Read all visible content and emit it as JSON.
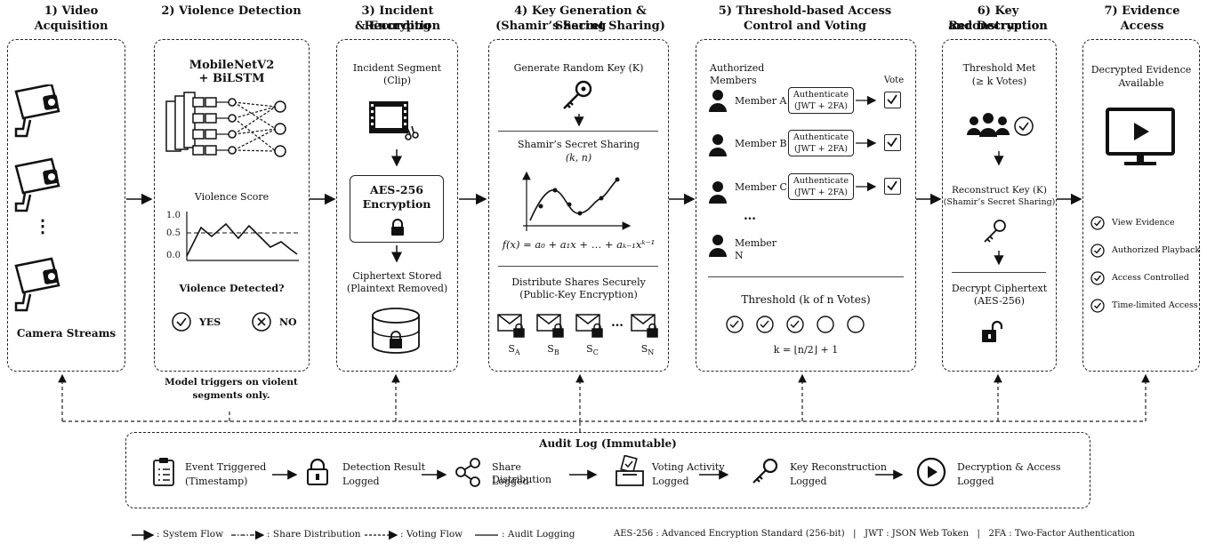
{
  "stages": {
    "s1": {
      "title": "1) Video Acquisition",
      "footer": "Camera Streams",
      "ellipsis": "⋮"
    },
    "s2": {
      "title": "2) Violence Detection",
      "model_line1": "MobileNetV2",
      "model_line2": "+ BiLSTM",
      "score_label": "Violence Score",
      "y_ticks": [
        "1.0",
        "0.5",
        "0.0"
      ],
      "question": "Violence Detected?",
      "yes": "YES",
      "no": "NO",
      "note_line1": "Model triggers on violent",
      "note_line2": "segments only."
    },
    "s3": {
      "title_line1": "3) Incident Recording",
      "title_line2": "& Encryption",
      "segment_line1": "Incident Segment",
      "segment_line2": "(Clip)",
      "aes_line1": "AES-256",
      "aes_line2": "Encryption",
      "stored_line1": "Ciphertext Stored",
      "stored_line2": "(Plaintext Removed)"
    },
    "s4": {
      "title_line1": "4) Key Generation & Sharing",
      "title_line2": "(Shamir’s Secret Sharing)",
      "gen_key": "Generate Random Key (K)",
      "sss_line1": "Shamir’s Secret Sharing",
      "sss_line2": "(k, n)",
      "formula": "f(x) = a₀ + a₁x + … + aₖ₋₁xᵏ⁻¹",
      "dist_line1": "Distribute Shares Securely",
      "dist_line2": "(Public-Key Encryption)",
      "shares": [
        "S_A",
        "S_B",
        "S_C",
        "S_N"
      ],
      "share_ellipsis": "…"
    },
    "s5": {
      "title_line1": "5) Threshold-based Access",
      "title_line2": "Control and Voting",
      "members_header": "Authorized Members",
      "vote_header": "Vote",
      "members": [
        "Member A",
        "Member B",
        "Member C",
        "Member N"
      ],
      "member_ellipsis": "…",
      "auth_line1": "Authenticate",
      "auth_line2": "(JWT + 2FA)",
      "threshold_label": "Threshold (k of n Votes)",
      "formula": "k = ⌊n/2⌋ + 1"
    },
    "s6": {
      "title_line1": "6) Key Reconstruction",
      "title_line2": "and Decryption",
      "met_line1": "Threshold Met",
      "met_line2": "(≥ k Votes)",
      "recon_line1": "Reconstruct Key (K)",
      "recon_line2": "(Shamir’s Secret Sharing)",
      "decrypt_line1": "Decrypt Ciphertext",
      "decrypt_line2": "(AES-256)"
    },
    "s7": {
      "title": "7) Evidence Access",
      "avail_line1": "Decrypted Evidence",
      "avail_line2": "Available",
      "items": [
        "View Evidence",
        "Authorized Playback",
        "Access Controlled",
        "Time-limited Access"
      ]
    }
  },
  "audit": {
    "title": "Audit Log (Immutable)",
    "steps": [
      {
        "line1": "Event Triggered",
        "line2": "(Timestamp)",
        "icon": "clipboard-icon"
      },
      {
        "line1": "Detection Result",
        "line2": "Logged",
        "icon": "lock-icon"
      },
      {
        "line1": "Share Distribution",
        "line2": "Logged",
        "icon": "share-icon"
      },
      {
        "line1": "Voting Activity",
        "line2": "Logged",
        "icon": "ballot-box-icon"
      },
      {
        "line1": "Key Reconstruction",
        "line2": "Logged",
        "icon": "key-icon"
      },
      {
        "line1": "Decryption & Access",
        "line2": "Logged",
        "icon": "play-icon"
      }
    ]
  },
  "legend": {
    "system_flow": ": System Flow",
    "share_distribution": ": Share Distribution",
    "voting_flow": ": Voting Flow",
    "audit_logging": ": Audit Logging",
    "abbreviations": "AES-256 : Advanced Encryption Standard (256-bit)   |   JWT : JSON Web Token   |   2FA : Two-Factor Authentication"
  }
}
